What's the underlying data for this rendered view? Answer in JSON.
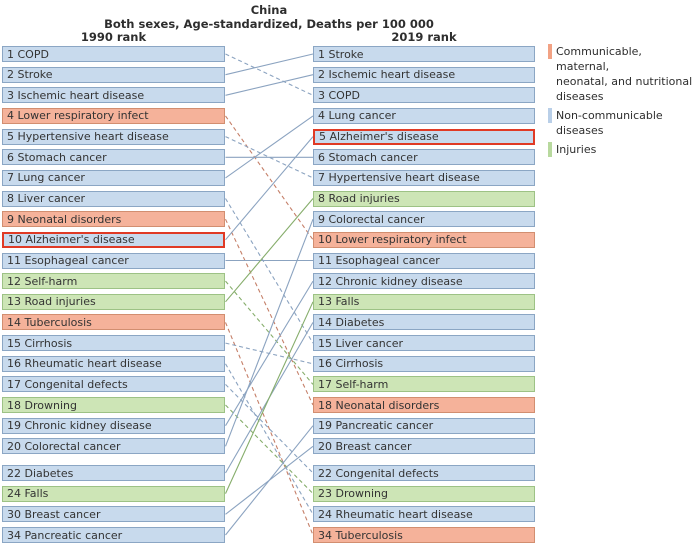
{
  "chart_data": {
    "type": "rank-slope",
    "title": "China",
    "subtitle": "Both sexes, Age-standardized, Deaths per 100 000",
    "left_label": "1990 rank",
    "right_label": "2019 rank",
    "left": [
      {
        "rank": 1,
        "cause": "COPD",
        "category": "ncd",
        "highlight": false
      },
      {
        "rank": 2,
        "cause": "Stroke",
        "category": "ncd",
        "highlight": false
      },
      {
        "rank": 3,
        "cause": "Ischemic heart disease",
        "category": "ncd",
        "highlight": false
      },
      {
        "rank": 4,
        "cause": "Lower respiratory infect",
        "category": "cmnn",
        "highlight": false
      },
      {
        "rank": 5,
        "cause": "Hypertensive heart disease",
        "category": "ncd",
        "highlight": false
      },
      {
        "rank": 6,
        "cause": "Stomach cancer",
        "category": "ncd",
        "highlight": false
      },
      {
        "rank": 7,
        "cause": "Lung cancer",
        "category": "ncd",
        "highlight": false
      },
      {
        "rank": 8,
        "cause": "Liver cancer",
        "category": "ncd",
        "highlight": false
      },
      {
        "rank": 9,
        "cause": "Neonatal disorders",
        "category": "cmnn",
        "highlight": false
      },
      {
        "rank": 10,
        "cause": "Alzheimer's disease",
        "category": "ncd",
        "highlight": true
      },
      {
        "rank": 11,
        "cause": "Esophageal cancer",
        "category": "ncd",
        "highlight": false
      },
      {
        "rank": 12,
        "cause": "Self-harm",
        "category": "inj",
        "highlight": false
      },
      {
        "rank": 13,
        "cause": "Road injuries",
        "category": "inj",
        "highlight": false
      },
      {
        "rank": 14,
        "cause": "Tuberculosis",
        "category": "cmnn",
        "highlight": false
      },
      {
        "rank": 15,
        "cause": "Cirrhosis",
        "category": "ncd",
        "highlight": false
      },
      {
        "rank": 16,
        "cause": "Rheumatic heart disease",
        "category": "ncd",
        "highlight": false
      },
      {
        "rank": 17,
        "cause": "Congenital defects",
        "category": "ncd",
        "highlight": false
      },
      {
        "rank": 18,
        "cause": "Drowning",
        "category": "inj",
        "highlight": false
      },
      {
        "rank": 19,
        "cause": "Chronic kidney disease",
        "category": "ncd",
        "highlight": false
      },
      {
        "rank": 20,
        "cause": "Colorectal cancer",
        "category": "ncd",
        "highlight": false
      },
      {
        "rank": 22,
        "cause": "Diabetes",
        "category": "ncd",
        "highlight": false
      },
      {
        "rank": 24,
        "cause": "Falls",
        "category": "inj",
        "highlight": false
      },
      {
        "rank": 30,
        "cause": "Breast cancer",
        "category": "ncd",
        "highlight": false
      },
      {
        "rank": 34,
        "cause": "Pancreatic cancer",
        "category": "ncd",
        "highlight": false
      }
    ],
    "right": [
      {
        "rank": 1,
        "cause": "Stroke",
        "category": "ncd",
        "highlight": false
      },
      {
        "rank": 2,
        "cause": "Ischemic heart disease",
        "category": "ncd",
        "highlight": false
      },
      {
        "rank": 3,
        "cause": "COPD",
        "category": "ncd",
        "highlight": false
      },
      {
        "rank": 4,
        "cause": "Lung cancer",
        "category": "ncd",
        "highlight": false
      },
      {
        "rank": 5,
        "cause": "Alzheimer's disease",
        "category": "ncd",
        "highlight": true
      },
      {
        "rank": 6,
        "cause": "Stomach cancer",
        "category": "ncd",
        "highlight": false
      },
      {
        "rank": 7,
        "cause": "Hypertensive heart disease",
        "category": "ncd",
        "highlight": false
      },
      {
        "rank": 8,
        "cause": "Road injuries",
        "category": "inj",
        "highlight": false
      },
      {
        "rank": 9,
        "cause": "Colorectal cancer",
        "category": "ncd",
        "highlight": false
      },
      {
        "rank": 10,
        "cause": "Lower respiratory infect",
        "category": "cmnn",
        "highlight": false
      },
      {
        "rank": 11,
        "cause": "Esophageal cancer",
        "category": "ncd",
        "highlight": false
      },
      {
        "rank": 12,
        "cause": "Chronic kidney disease",
        "category": "ncd",
        "highlight": false
      },
      {
        "rank": 13,
        "cause": "Falls",
        "category": "inj",
        "highlight": false
      },
      {
        "rank": 14,
        "cause": "Diabetes",
        "category": "ncd",
        "highlight": false
      },
      {
        "rank": 15,
        "cause": "Liver cancer",
        "category": "ncd",
        "highlight": false
      },
      {
        "rank": 16,
        "cause": "Cirrhosis",
        "category": "ncd",
        "highlight": false
      },
      {
        "rank": 17,
        "cause": "Self-harm",
        "category": "inj",
        "highlight": false
      },
      {
        "rank": 18,
        "cause": "Neonatal disorders",
        "category": "cmnn",
        "highlight": false
      },
      {
        "rank": 19,
        "cause": "Pancreatic cancer",
        "category": "ncd",
        "highlight": false
      },
      {
        "rank": 20,
        "cause": "Breast cancer",
        "category": "ncd",
        "highlight": false
      },
      {
        "rank": 22,
        "cause": "Congenital defects",
        "category": "ncd",
        "highlight": false
      },
      {
        "rank": 23,
        "cause": "Drowning",
        "category": "inj",
        "highlight": false
      },
      {
        "rank": 24,
        "cause": "Rheumatic heart disease",
        "category": "ncd",
        "highlight": false
      },
      {
        "rank": 34,
        "cause": "Tuberculosis",
        "category": "cmnn",
        "highlight": false
      }
    ]
  },
  "legend": [
    {
      "category": "cmnn",
      "lines": [
        "Communicable, maternal,",
        "neonatal, and nutritional",
        "diseases"
      ]
    },
    {
      "category": "ncd",
      "lines": [
        "Non-communicable diseases"
      ]
    },
    {
      "category": "inj",
      "lines": [
        "Injuries"
      ]
    }
  ],
  "colors": {
    "cmnn": {
      "fill": "#f5b29a",
      "border": "#d28e70",
      "line": "#c57f68",
      "legend": "#f2a284"
    },
    "ncd": {
      "fill": "#c8daed",
      "border": "#8ba6c4",
      "line": "#8ba3c0",
      "legend": "#b9cfe8"
    },
    "inj": {
      "fill": "#cde5b6",
      "border": "#9dc285",
      "line": "#86ad6b",
      "legend": "#b8d99e"
    },
    "highlight_border": "#e03a25",
    "text": "#333333"
  }
}
